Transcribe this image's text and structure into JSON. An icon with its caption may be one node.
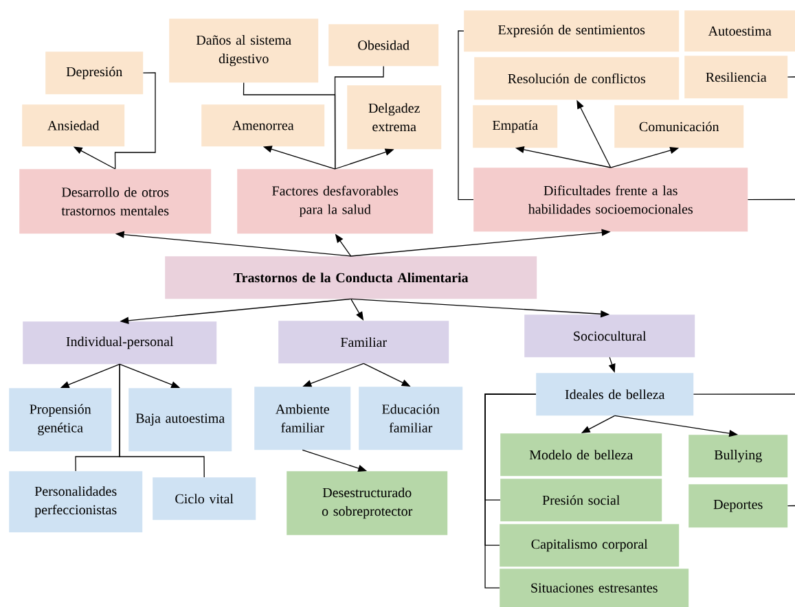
{
  "diagram": {
    "nodes": [
      {
        "text": [
          "Trastornos de la Conducta Alimentaria"
        ]
      },
      {
        "text": [
          "Desarrollo de otros trastornos mentales"
        ]
      },
      {
        "text": [
          "Factores desfavorables para la salud"
        ]
      },
      {
        "text": [
          "Dificultades frente a las habilidades socioemocionales"
        ]
      },
      {
        "text": [
          "Depresión"
        ]
      },
      {
        "text": [
          "Ansiedad"
        ]
      },
      {
        "text": [
          "Daños al sistema digestivo"
        ]
      },
      {
        "text": [
          "Obesidad"
        ]
      },
      {
        "text": [
          "Amenorrea"
        ]
      },
      {
        "text": [
          "Delgadez extrema"
        ]
      },
      {
        "text": [
          "Expresión de sentimientos"
        ]
      },
      {
        "text": [
          "Autoestima"
        ]
      },
      {
        "text": [
          "Resolución de conflictos"
        ]
      },
      {
        "text": [
          "Resiliencia"
        ]
      },
      {
        "text": [
          "Empatía"
        ]
      },
      {
        "text": [
          "Comunicación"
        ]
      },
      {
        "text": [
          "Individual-personal"
        ]
      },
      {
        "text": [
          "Familiar"
        ]
      },
      {
        "text": [
          "Sociocultural"
        ]
      },
      {
        "text": [
          "Propensión genética"
        ]
      },
      {
        "text": [
          "Baja autoestima"
        ]
      },
      {
        "text": [
          "Personalidades perfeccionistas"
        ]
      },
      {
        "text": [
          "Ciclo vital"
        ]
      },
      {
        "text": [
          "Ambiente familiar"
        ]
      },
      {
        "text": [
          "Educación familiar"
        ]
      },
      {
        "text": [
          "Desestructurado o sobreprotector"
        ]
      },
      {
        "text": [
          "Ideales de belleza"
        ]
      },
      {
        "text": [
          "Modelo de belleza"
        ]
      },
      {
        "text": [
          "Presión social"
        ]
      },
      {
        "text": [
          "Capitalismo corporal"
        ]
      },
      {
        "text": [
          "Situaciones estresantes"
        ]
      },
      {
        "text": [
          "Bullying"
        ]
      },
      {
        "text": [
          "Deportes"
        ]
      }
    ],
    "edges": [
      {
        "from": 0,
        "to": 1,
        "arrow": "to"
      },
      {
        "from": 0,
        "to": 2,
        "arrow": "to"
      },
      {
        "from": 0,
        "to": 3,
        "arrow": "to"
      },
      {
        "from": 0,
        "to": 16,
        "arrow": "to"
      },
      {
        "from": 0,
        "to": 17,
        "arrow": "to"
      },
      {
        "from": 0,
        "to": 18,
        "arrow": "to"
      },
      {
        "from": 1,
        "to": 5,
        "arrow": "to"
      },
      {
        "from": 1,
        "to": 4,
        "arrow": "none"
      },
      {
        "from": 2,
        "to": 8,
        "arrow": "to"
      },
      {
        "from": 2,
        "to": 9,
        "arrow": "to"
      },
      {
        "from": 2,
        "to": 6,
        "arrow": "none"
      },
      {
        "from": 2,
        "to": 7,
        "arrow": "none"
      },
      {
        "from": 3,
        "to": 14,
        "arrow": "to"
      },
      {
        "from": 3,
        "to": 12,
        "arrow": "to"
      },
      {
        "from": 3,
        "to": 15,
        "arrow": "to"
      },
      {
        "from": 3,
        "to": 10,
        "arrow": "none"
      },
      {
        "from": 3,
        "to": null,
        "arrow": "none"
      },
      {
        "from": 13,
        "to": null,
        "arrow": "none"
      },
      {
        "from": 16,
        "to": 19,
        "arrow": "to"
      },
      {
        "from": 16,
        "to": 20,
        "arrow": "to"
      },
      {
        "from": 16,
        "to": 21,
        "arrow": "none"
      },
      {
        "from": 16,
        "to": 22,
        "arrow": "none"
      },
      {
        "from": 17,
        "to": 23,
        "arrow": "to"
      },
      {
        "from": 17,
        "to": 24,
        "arrow": "to"
      },
      {
        "from": 23,
        "to": 25,
        "arrow": "to"
      },
      {
        "from": 18,
        "to": 26,
        "arrow": "to"
      },
      {
        "from": 26,
        "to": 27,
        "arrow": "to"
      },
      {
        "from": 26,
        "to": 31,
        "arrow": "to"
      },
      {
        "from": 26,
        "to": 28,
        "arrow": "none"
      },
      {
        "from": 26,
        "to": 29,
        "arrow": "none"
      },
      {
        "from": 26,
        "to": 30,
        "arrow": "none"
      },
      {
        "from": 26,
        "to": null,
        "arrow": "none"
      },
      {
        "from": 32,
        "to": null,
        "arrow": "none"
      }
    ]
  }
}
